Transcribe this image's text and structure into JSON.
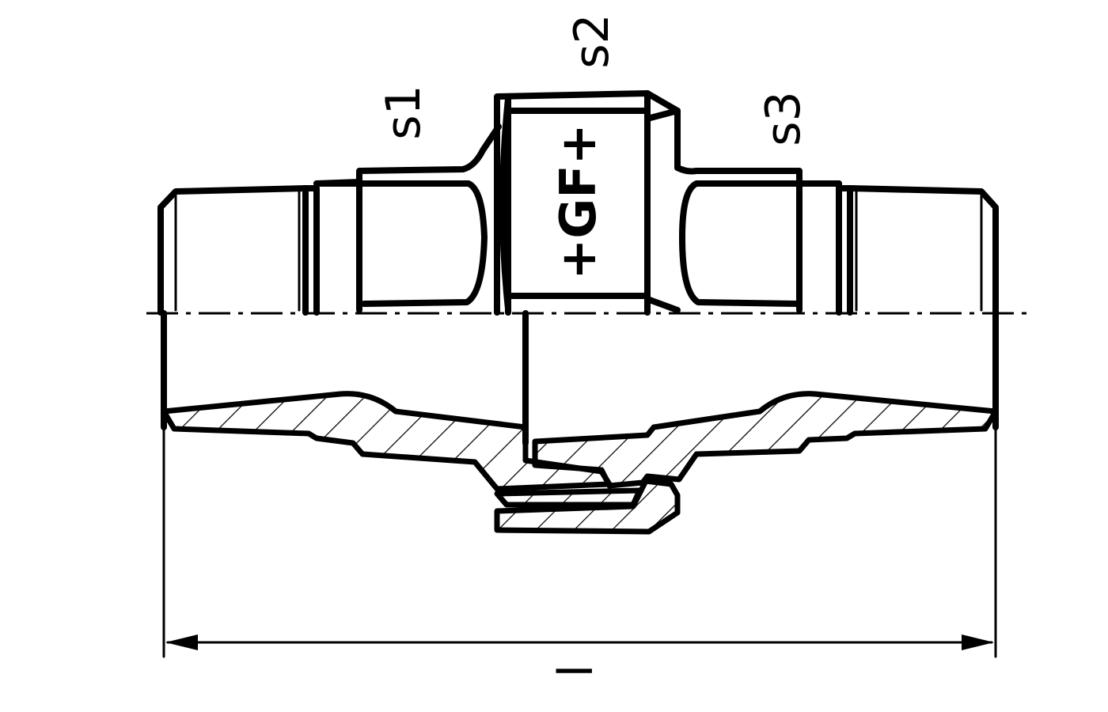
{
  "drawing": {
    "labels": {
      "s1": "s1",
      "s2": "s2",
      "s3": "s3",
      "length": "l"
    },
    "logo_text": "+GF+",
    "line_color": "#000000",
    "background": "#ffffff"
  }
}
